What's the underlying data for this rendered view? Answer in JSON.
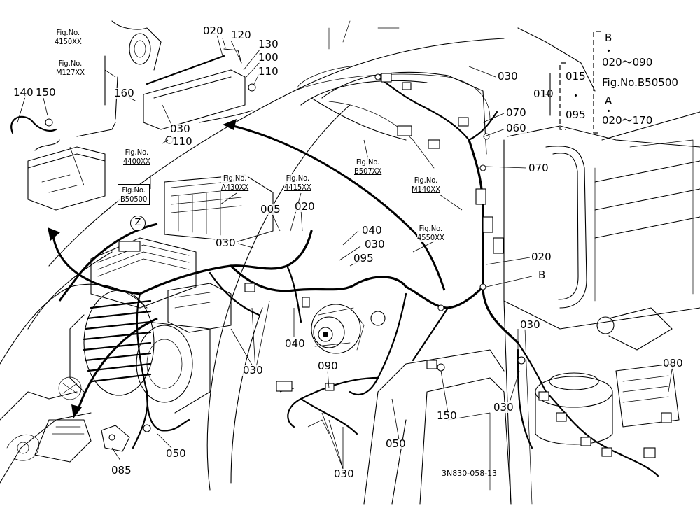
{
  "parts": {
    "p020_top": "020",
    "p120": "120",
    "p130": "130",
    "p100": "100",
    "p110_a": "110",
    "p160": "160",
    "p030_top": "030",
    "p110_b": "110",
    "p140": "140",
    "p150_left": "150",
    "p030_rt": "030",
    "p070_a": "070",
    "p060": "060",
    "p070_b": "070",
    "p005": "005",
    "p020_mid": "020",
    "p040_a": "040",
    "p030_mid": "030",
    "p095": "095",
    "p030_left": "030",
    "p020_right": "020",
    "pB": "B",
    "p040_b": "040",
    "p030_c": "030",
    "p090": "090",
    "p030_r2": "030",
    "p150_bot": "150",
    "p030_r3": "030",
    "p080": "080",
    "p050_a": "050",
    "p050_b": "050",
    "p085": "085",
    "p030_bot": "030"
  },
  "figrefs": {
    "f4150": {
      "top": "Fig.No.",
      "num": "4150XX"
    },
    "fM127": {
      "top": "Fig.No.",
      "num": "M127XX"
    },
    "f4400": {
      "top": "Fig.No.",
      "num": "4400XX"
    },
    "fB50500": {
      "top": "Fig.No.",
      "num": "B50500"
    },
    "fA430": {
      "top": "Fig.No.",
      "num": "A430XX"
    },
    "f4415": {
      "top": "Fig.No.",
      "num": "4415XX"
    },
    "fB507": {
      "top": "Fig.No.",
      "num": "B507XX"
    },
    "fM140": {
      "top": "Fig.No.",
      "num": "M140XX"
    },
    "f4550": {
      "top": "Fig.No.",
      "num": "4550XX"
    }
  },
  "zone_marker": "Z",
  "legend": {
    "n010": "010",
    "n015": "015",
    "dot": "・",
    "n095": "095",
    "b_label": "B",
    "b_range": "020～090",
    "fig": "Fig.No.B50500",
    "a_label": "A",
    "a_range": "020～170"
  },
  "drawing_code": "3N830-058-13"
}
